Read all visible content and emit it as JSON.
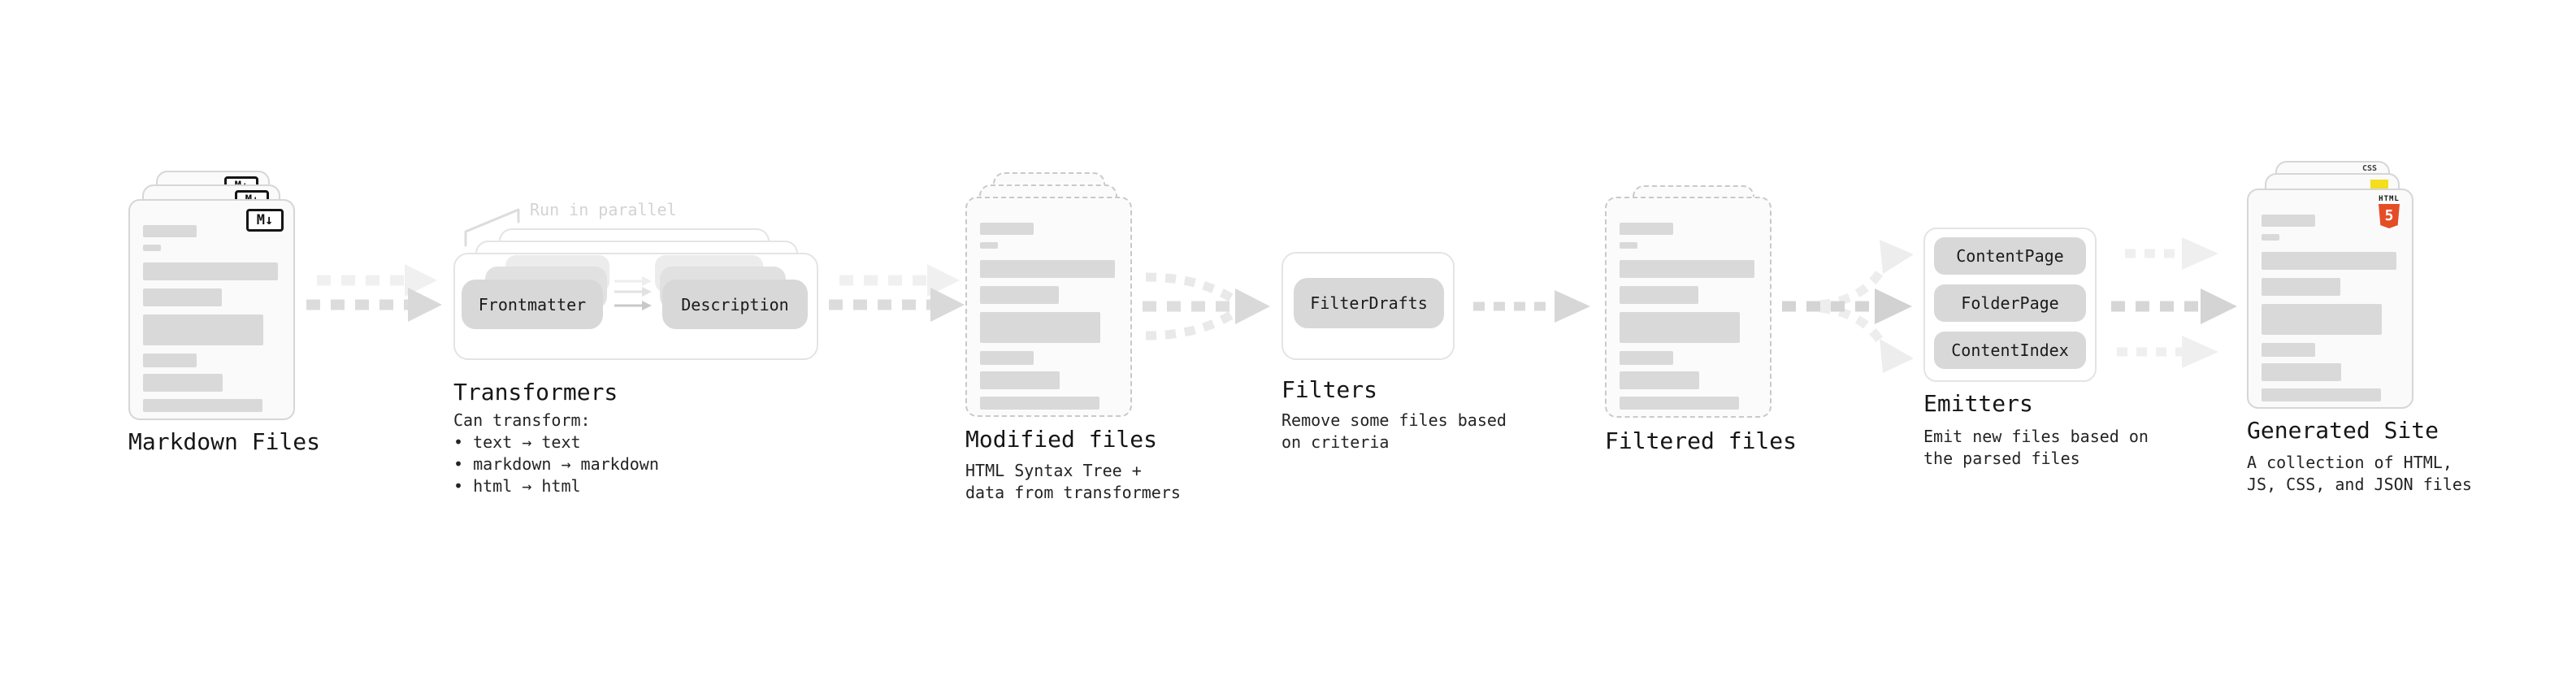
{
  "stages": {
    "markdown_files": {
      "title": "Markdown Files",
      "file_icon": "M↓"
    },
    "transformers": {
      "title": "Transformers",
      "callout": "Run in parallel",
      "chips": [
        "Frontmatter",
        "Description"
      ],
      "description": "Can transform:\n • text → text\n • markdown → markdown\n • html → html"
    },
    "modified_files": {
      "title": "Modified files",
      "description": "HTML Syntax Tree +\ndata from transformers"
    },
    "filters": {
      "title": "Filters",
      "chips": [
        "FilterDrafts"
      ],
      "description": "Remove some files based\non criteria"
    },
    "filtered_files": {
      "title": "Filtered files"
    },
    "emitters": {
      "title": "Emitters",
      "chips": [
        "ContentPage",
        "FolderPage",
        "ContentIndex"
      ],
      "description": "Emit new files based on\nthe parsed files"
    },
    "generated_site": {
      "title": "Generated Site",
      "description": "A collection of HTML,\nJS, CSS, and JSON files",
      "badges": {
        "css": "CSS",
        "html_label": "HTML",
        "html_number": "5"
      }
    }
  },
  "colors": {
    "chip_bg": "#d8d8d8",
    "doc_bar": "#d9d9d9",
    "arrow": "#d9d9d9",
    "arrow_light": "#efefef",
    "html5_orange": "#e44d26",
    "js_yellow": "#f3de1f",
    "css_blue": "#2f6bf0"
  }
}
